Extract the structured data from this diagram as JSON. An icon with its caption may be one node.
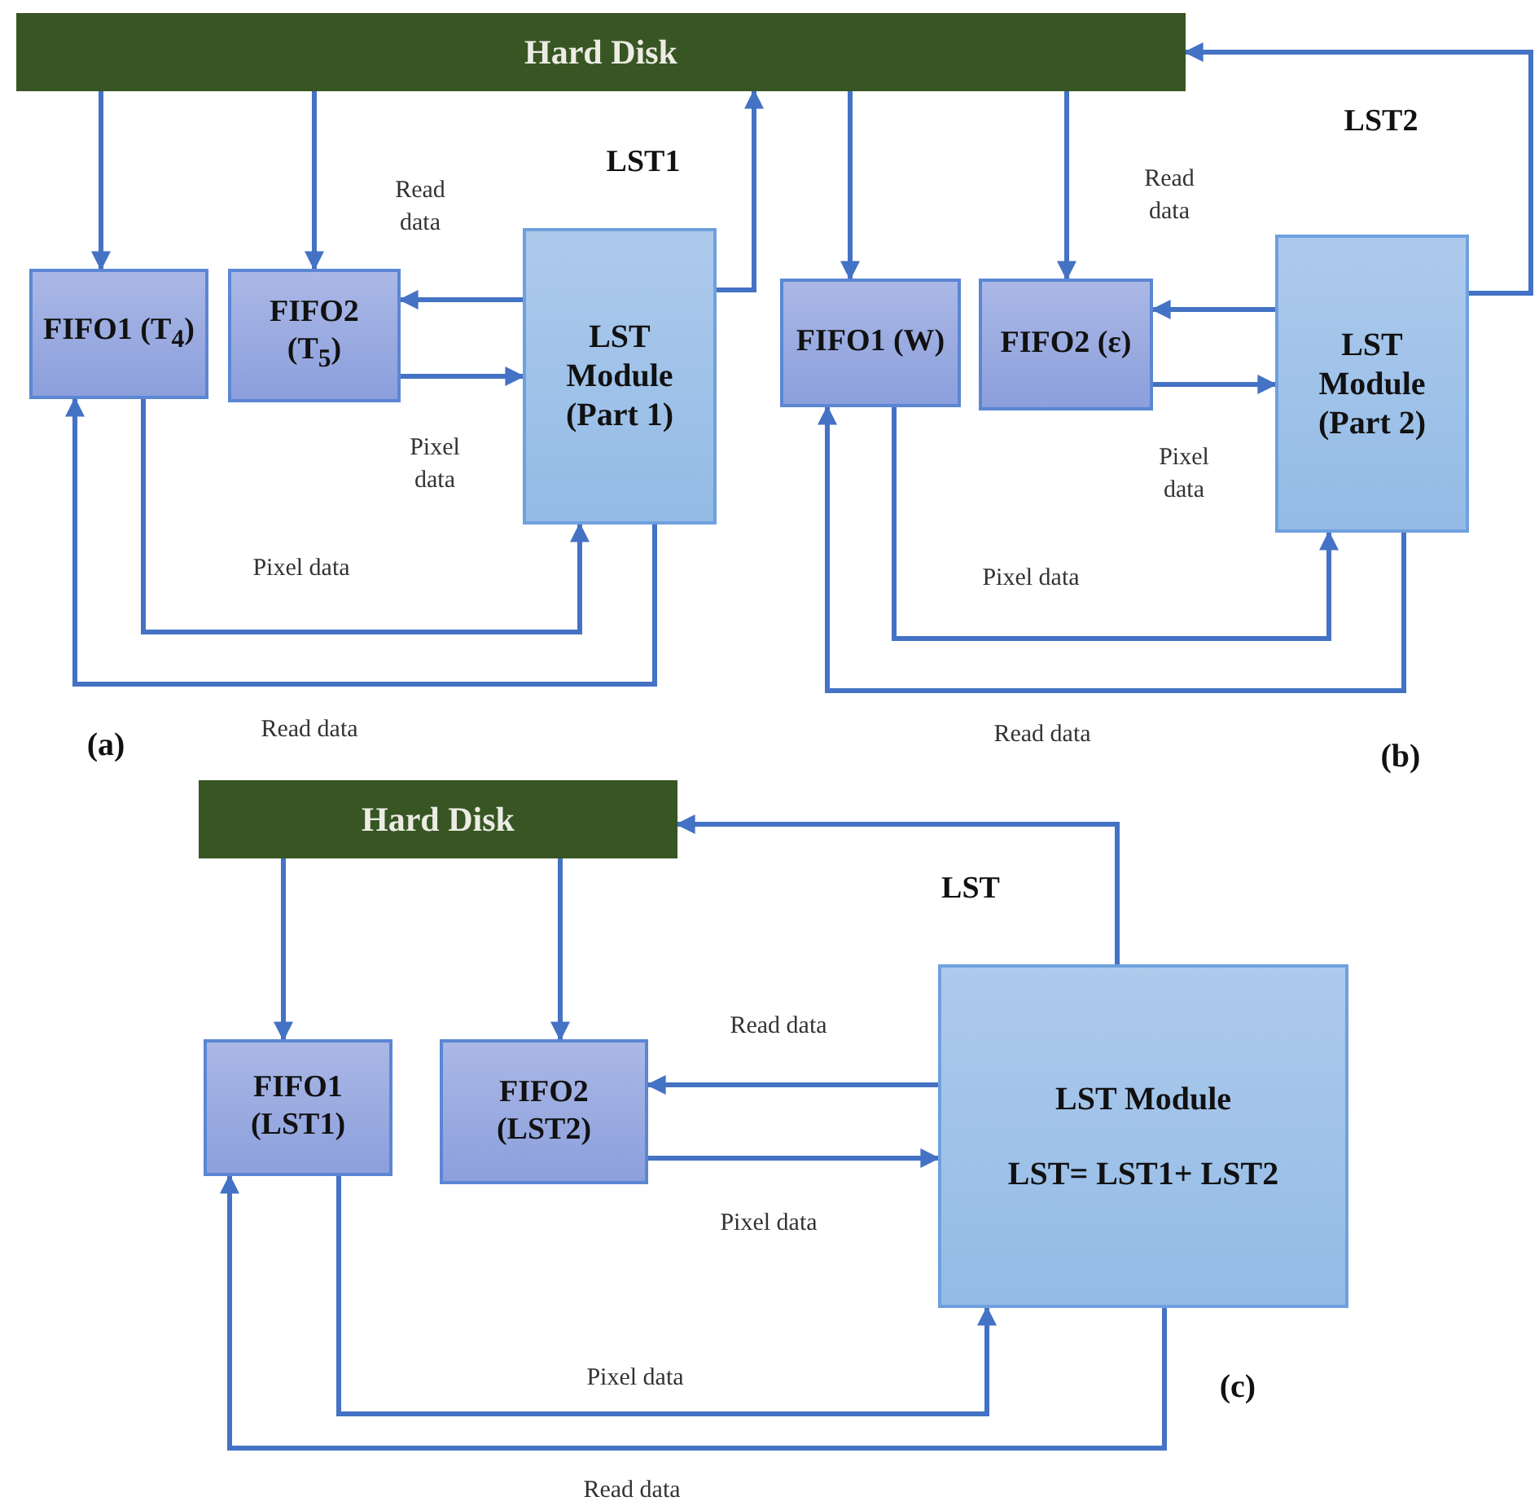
{
  "diagram": {
    "nodes": [
      {
        "text": [
          "Hard Disk"
        ]
      },
      {
        "text": [
          "FIFO1 (T$_{4}$)"
        ]
      },
      {
        "text": [
          "FIFO2 (T$_{5}$)"
        ]
      },
      {
        "text": [
          "LST Module (Part 1)"
        ]
      },
      {
        "text": [
          "FIFO1 (W)"
        ]
      },
      {
        "text": [
          "FIFO2 (ε)"
        ]
      },
      {
        "text": [
          "LST Module (Part 2)"
        ]
      },
      {
        "text": [
          "Hard Disk"
        ]
      },
      {
        "text": [
          "FIFO1 (LST1)"
        ]
      },
      {
        "text": [
          "FIFO2 (LST2)"
        ]
      },
      {
        "text": [
          "LST Module",
          "LST= LST1+ LST2"
        ]
      }
    ],
    "edges": [
      {
        "from": 0,
        "to": 1,
        "arrow": "to"
      },
      {
        "from": 0,
        "to": 2,
        "arrow": "to"
      },
      {
        "from": 3,
        "to": 2,
        "arrow": "to",
        "label": "Read data"
      },
      {
        "from": 2,
        "to": 3,
        "arrow": "to",
        "label": "Pixel data"
      },
      {
        "from": 3,
        "to": 0,
        "arrow": "to",
        "label": "LST1"
      },
      {
        "from": 1,
        "to": 3,
        "arrow": "to",
        "label": "Pixel data"
      },
      {
        "from": 3,
        "to": 1,
        "arrow": "to",
        "label": "Read data"
      },
      {
        "from": 0,
        "to": 4,
        "arrow": "to"
      },
      {
        "from": 0,
        "to": 5,
        "arrow": "to"
      },
      {
        "from": 6,
        "to": 5,
        "arrow": "to",
        "label": "Read data"
      },
      {
        "from": 5,
        "to": 6,
        "arrow": "to",
        "label": "Pixel data"
      },
      {
        "from": 6,
        "to": 0,
        "arrow": "to",
        "label": "LST2"
      },
      {
        "from": 4,
        "to": 6,
        "arrow": "to",
        "label": "Pixel data"
      },
      {
        "from": 6,
        "to": 4,
        "arrow": "to",
        "label": "Read data"
      },
      {
        "from": 7,
        "to": 8,
        "arrow": "to"
      },
      {
        "from": 7,
        "to": 9,
        "arrow": "to"
      },
      {
        "from": 10,
        "to": 9,
        "arrow": "to",
        "label": "Read data"
      },
      {
        "from": 9,
        "to": 10,
        "arrow": "to",
        "label": "Pixel data"
      },
      {
        "from": 10,
        "to": 7,
        "arrow": "to",
        "label": "LST"
      },
      {
        "from": 8,
        "to": 10,
        "arrow": "to",
        "label": "Pixel data"
      },
      {
        "from": 10,
        "to": 8,
        "arrow": "to",
        "label": "Read data"
      }
    ],
    "labels": [
      "(a)",
      "(b)",
      "(c)"
    ]
  }
}
